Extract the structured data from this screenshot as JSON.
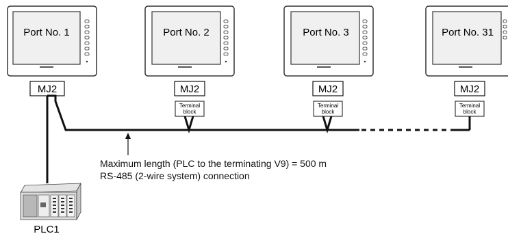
{
  "stations": [
    {
      "port_label": "Port No. 1",
      "connector_label": "MJ2",
      "terminal_block": null
    },
    {
      "port_label": "Port No. 2",
      "connector_label": "MJ2",
      "terminal_block": [
        "Terminal",
        "block"
      ]
    },
    {
      "port_label": "Port No. 3",
      "connector_label": "MJ2",
      "terminal_block": [
        "Terminal",
        "block"
      ]
    },
    {
      "port_label": "Port No. 31",
      "connector_label": "MJ2",
      "terminal_block": [
        "Terminal",
        "block"
      ]
    }
  ],
  "notes": {
    "max_length": "Maximum length (PLC to the terminating V9) = 500 m",
    "connection": "RS-485 (2-wire system) connection"
  },
  "plc": {
    "label": "PLC1"
  },
  "colors": {
    "line": "#111111",
    "screen_fill": "#f0f0f0",
    "bezel": "#ffffff",
    "outline": "#333333"
  }
}
